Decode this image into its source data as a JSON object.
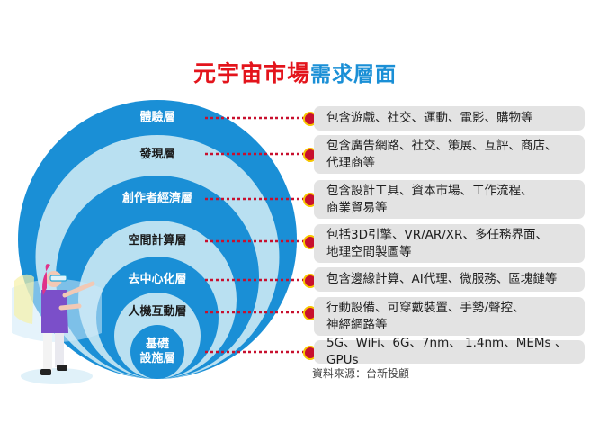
{
  "title": {
    "red": "元宇宙市場",
    "blue": "需求層面"
  },
  "colors": {
    "dark_blue": "#1a8fd6",
    "light_blue": "#b9e0f1",
    "title_red": "#e3141c",
    "dot_red": "#c8102e",
    "dot_ring": "#f7c600",
    "box_gray": "#e3e3e3",
    "connector": "#c8102e"
  },
  "layers": [
    {
      "name": "體驗層",
      "description": "包含遊戲、社交、運動、電影、購物等"
    },
    {
      "name": "發現層",
      "description": "包含廣告網路、社交、策展、互評、商店、\n代理商等"
    },
    {
      "name": "創作者經濟層",
      "description": "包含設計工具、資本市場、工作流程、\n商業貿易等"
    },
    {
      "name": "空間計算層",
      "description": "包括3D引擎、VR/AR/XR、多任務界面、\n地理空間製圖等"
    },
    {
      "name": "去中心化層",
      "description": "包含邊緣計算、AI代理、微服務、區塊鏈等"
    },
    {
      "name": "人機互動層",
      "description": "行動設備、可穿戴裝置、手勢/聲控、\n神經網路等"
    },
    {
      "name": "基礎\n設施層",
      "description": "5G、WiFi、6G、7nm、 1.4nm、MEMs 、GPUs"
    }
  ],
  "source": "資料來源：台新投顧",
  "illustration": "person-wearing-vr-headset"
}
